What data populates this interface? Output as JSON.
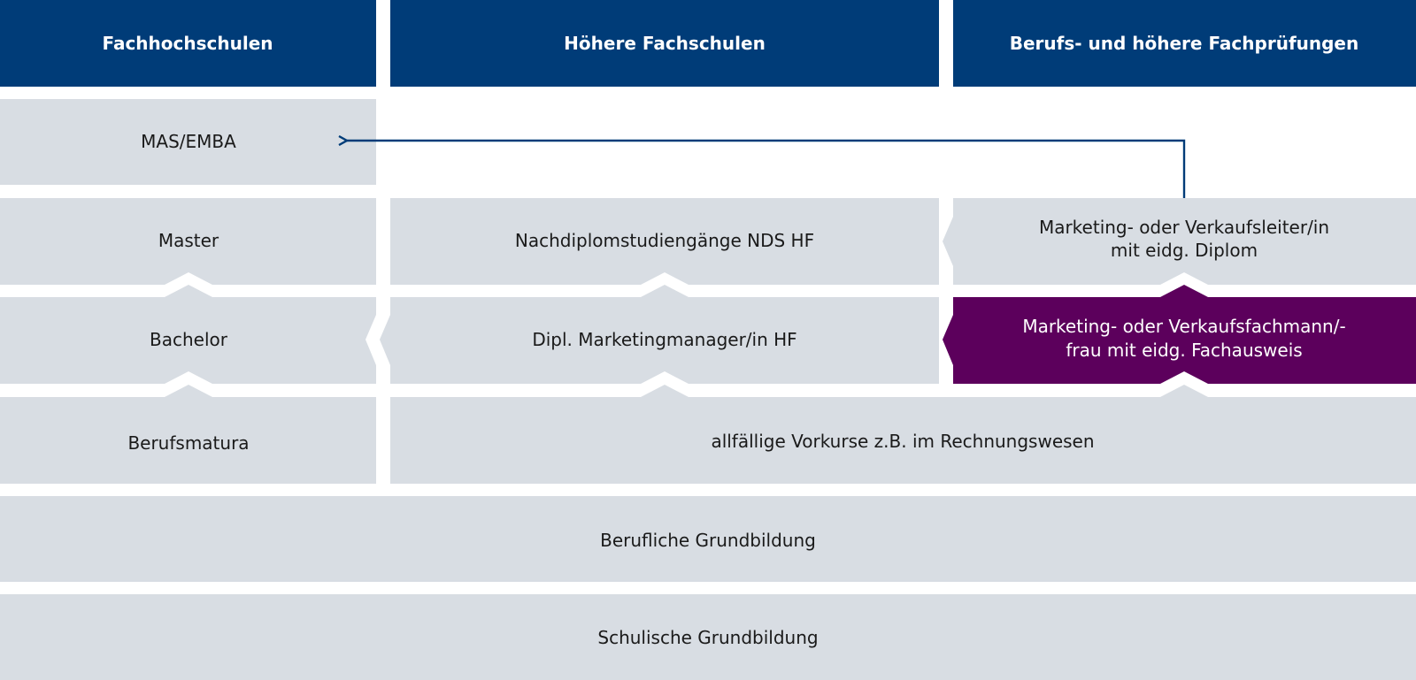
{
  "colors": {
    "header": "#003c78",
    "box": "#d8dde3",
    "highlight": "#5c005c",
    "arrow": "#003c78",
    "text": "#1a1a1a",
    "header_text": "#ffffff"
  },
  "headers": {
    "fachhochschulen": "Fachhochschulen",
    "hoehere_fachschulen": "Höhere Fachschulen",
    "berufspruefungen": "Berufs- und höhere Fachprüfungen"
  },
  "fachhochschulen": {
    "mas_emba": "MAS/EMBA",
    "master": "Master",
    "bachelor": "Bachelor",
    "berufsmatura": "Berufsmatura"
  },
  "hoehere_fachschulen": {
    "nds": "Nachdiplomstudiengänge NDS HF",
    "dipl_marketingmanager": "Dipl. Marketingmanager/in HF"
  },
  "berufspruefungen": {
    "leiter_line1": "Marketing- oder Verkaufsleiter/in",
    "leiter_line2": "mit eidg. Diplom",
    "fachmann_line1": "Marketing- oder Verkaufsfachmann/-",
    "fachmann_line2": "frau mit eidg. Fachausweis"
  },
  "shared": {
    "vorkurse": "allfällige Vorkurse z.B. im Rechnungswesen",
    "berufliche_grundbildung": "Berufliche Grundbildung",
    "schulische_grundbildung": "Schulische Grundbildung"
  }
}
